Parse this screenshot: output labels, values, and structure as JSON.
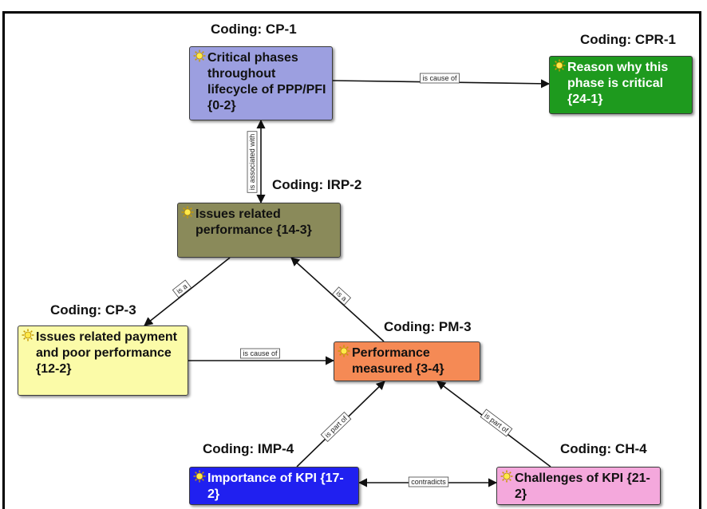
{
  "nodes": [
    {
      "id": "cp1",
      "code": "Coding: CP-1",
      "label": "Critical phases throughout lifecycle of PPP/PFI {0-2}",
      "fill": "#9c9fe0",
      "text": "#111111"
    },
    {
      "id": "cpr1",
      "code": "Coding: CPR-1",
      "label": "Reason why this phase is critical {24-1}",
      "fill": "#1e9a1e",
      "text": "#ffffff"
    },
    {
      "id": "irp2",
      "code": "Coding: IRP-2",
      "label": "Issues related performance {14-3}",
      "fill": "#8a8a5a",
      "text": "#111111"
    },
    {
      "id": "cp3",
      "code": "Coding: CP-3",
      "label": "Issues related payment and poor performance {12-2}",
      "fill": "#fbfba8",
      "text": "#111111"
    },
    {
      "id": "pm3",
      "code": "Coding: PM-3",
      "label": "Performance measured {3-4}",
      "fill": "#f58a55",
      "text": "#111111"
    },
    {
      "id": "imp4",
      "code": "Coding: IMP-4",
      "label": "Importance of KPI {17-2}",
      "fill": "#2020f0",
      "text": "#ffffff"
    },
    {
      "id": "ch4",
      "code": "Coding: CH-4",
      "label": "Challenges of KPI {21-2}",
      "fill": "#f4a8dc",
      "text": "#111111"
    }
  ],
  "edges": [
    {
      "from": "cp1",
      "to": "cpr1",
      "label": "is cause of"
    },
    {
      "from": "cp1",
      "to": "irp2",
      "label": "is associated with"
    },
    {
      "from": "irp2",
      "to": "cp3",
      "label": "is a"
    },
    {
      "from": "pm3",
      "to": "irp2",
      "label": "is a"
    },
    {
      "from": "cp3",
      "to": "pm3",
      "label": "is cause of"
    },
    {
      "from": "imp4",
      "to": "pm3",
      "label": "is part of"
    },
    {
      "from": "ch4",
      "to": "pm3",
      "label": "is part of"
    },
    {
      "from": "imp4",
      "to": "ch4",
      "label": "contradicts"
    }
  ],
  "icon": "sun-icon"
}
